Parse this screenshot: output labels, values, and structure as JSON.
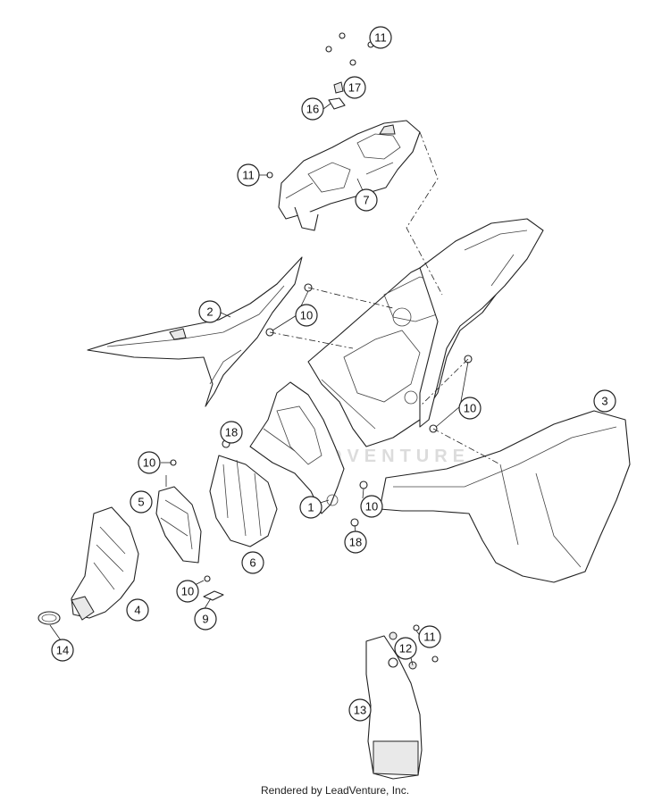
{
  "footer": {
    "text": "Rendered by LeadVenture, Inc."
  },
  "watermark": {
    "text": "LEADVENTURE"
  },
  "callouts": [
    {
      "id": "c11a",
      "label": "11"
    },
    {
      "id": "c17",
      "label": "17"
    },
    {
      "id": "c16",
      "label": "16"
    },
    {
      "id": "c11b",
      "label": "11"
    },
    {
      "id": "c7",
      "label": "7"
    },
    {
      "id": "c2",
      "label": "2"
    },
    {
      "id": "c10a",
      "label": "10"
    },
    {
      "id": "c3",
      "label": "3"
    },
    {
      "id": "c10b",
      "label": "10"
    },
    {
      "id": "c18a",
      "label": "18"
    },
    {
      "id": "c10c",
      "label": "10"
    },
    {
      "id": "c5",
      "label": "5"
    },
    {
      "id": "c1",
      "label": "1"
    },
    {
      "id": "c10d",
      "label": "10"
    },
    {
      "id": "c18b",
      "label": "18"
    },
    {
      "id": "c6",
      "label": "6"
    },
    {
      "id": "c10e",
      "label": "10"
    },
    {
      "id": "c4",
      "label": "4"
    },
    {
      "id": "c9",
      "label": "9"
    },
    {
      "id": "c14",
      "label": "14"
    },
    {
      "id": "c12",
      "label": "12"
    },
    {
      "id": "c11c",
      "label": "11"
    },
    {
      "id": "c13",
      "label": "13"
    }
  ]
}
